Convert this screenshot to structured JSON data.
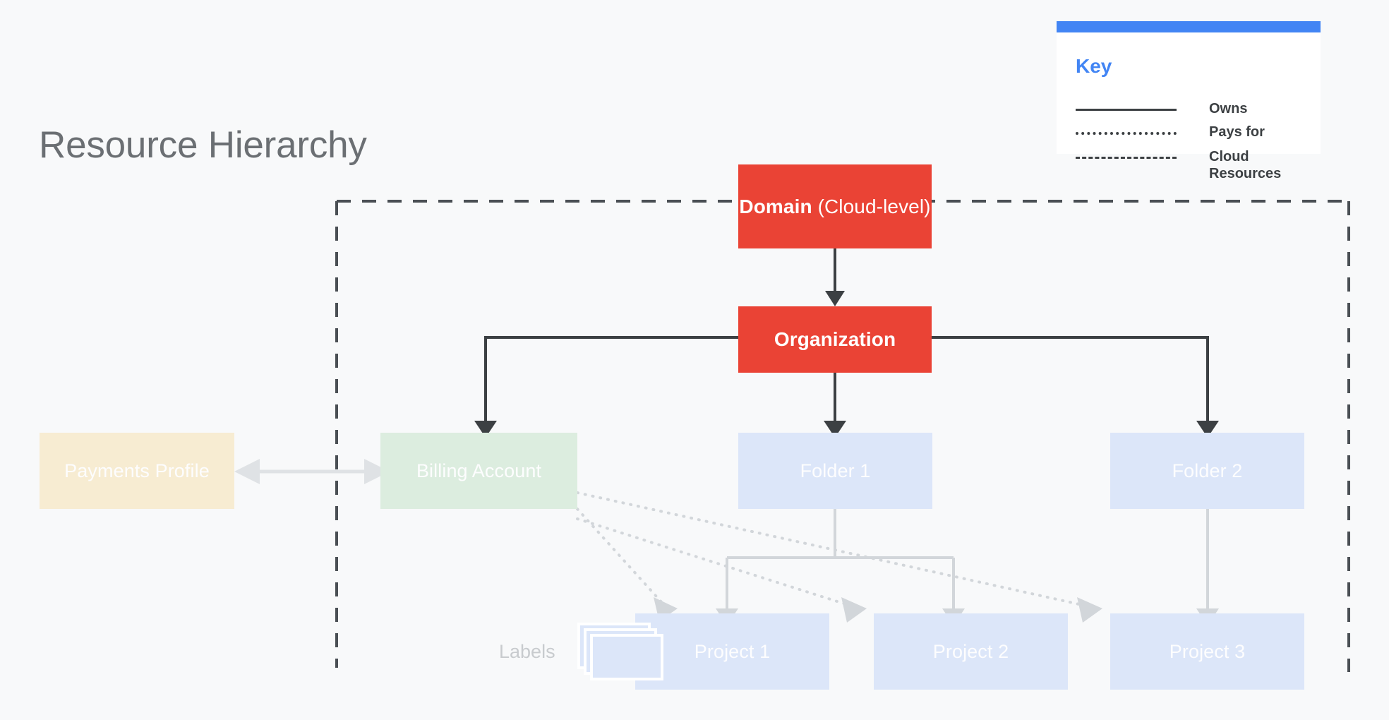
{
  "page": {
    "title": "Resource Hierarchy",
    "background_color": "#F8F9FA",
    "labels_caption": "Labels"
  },
  "key": {
    "title": "Key",
    "accent_color": "#4285F4",
    "rows": [
      {
        "style": "solid",
        "label": "Owns"
      },
      {
        "style": "dotted",
        "label": "Pays for"
      },
      {
        "style": "dashed",
        "label": "Cloud\nResources"
      }
    ]
  },
  "nodes": {
    "domain": {
      "label_bold": "Domain",
      "label_light": " (Cloud-level)",
      "color": "#EA4335"
    },
    "organization": {
      "label": "Organization",
      "color": "#EA4335"
    },
    "payments_profile": {
      "label": "Payments Profile",
      "color": "#F7ECD2"
    },
    "billing_account": {
      "label": "Billing Account",
      "color": "#DCEDDF"
    },
    "folder_1": {
      "label": "Folder 1",
      "color": "#DCE6F9"
    },
    "folder_2": {
      "label": "Folder 2",
      "color": "#DCE6F9"
    },
    "project_1": {
      "label": "Project 1",
      "color": "#DCE6F9"
    },
    "project_2": {
      "label": "Project 2",
      "color": "#DCE6F9"
    },
    "project_3": {
      "label": "Project 3",
      "color": "#DCE6F9"
    }
  },
  "connections": {
    "domain_organization": "Owns (bidirectional)",
    "organization_billing_account": "Owns",
    "organization_folder_1": "Owns",
    "organization_folder_2": "Owns",
    "payments_profile_billing_account": "Pays for (bidirectional)",
    "folder_1_project_1": "Owns",
    "folder_1_project_2": "Owns",
    "folder_2_project_3": "Owns",
    "billing_account_project_1": "Pays for",
    "billing_account_project_2": "Pays for",
    "billing_account_project_3": "Pays for",
    "cloud_resources_boundary": "Cloud Resources"
  }
}
